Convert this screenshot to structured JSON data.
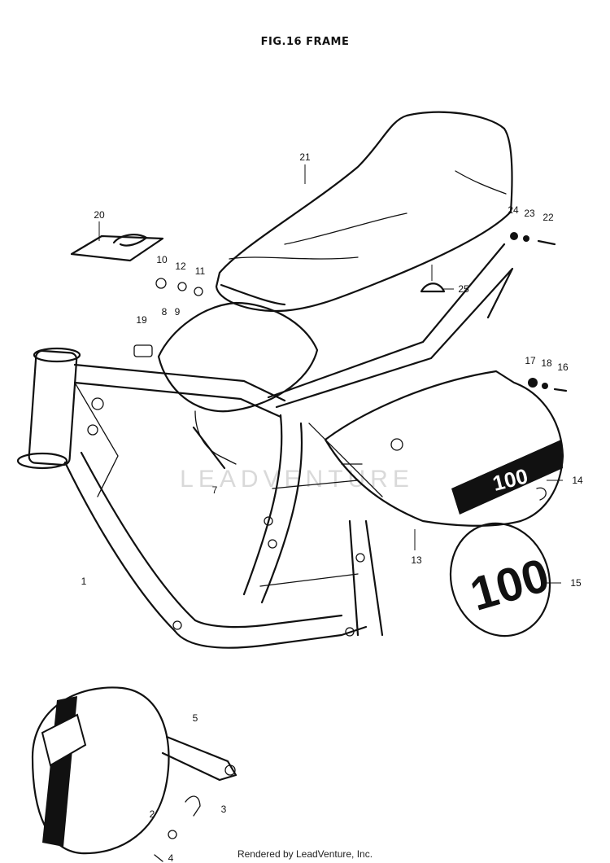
{
  "title": "FIG.16 FRAME",
  "footer": "Rendered by LeadVenture, Inc.",
  "watermark": "LEADVENTURE",
  "number_plate_text": "100",
  "callouts": {
    "c1": "1",
    "c2": "2",
    "c3": "3",
    "c4": "4",
    "c5": "5",
    "c7": "7",
    "c8": "8",
    "c9": "9",
    "c10": "10",
    "c11": "11",
    "c12": "12",
    "c13": "13",
    "c14": "14",
    "c15": "15",
    "c16": "16",
    "c17": "17",
    "c18": "18",
    "c19": "19",
    "c20": "20",
    "c21": "21",
    "c22": "22",
    "c23": "23",
    "c24": "24",
    "c25": "25"
  },
  "colors": {
    "ink": "#111111",
    "background": "#ffffff",
    "watermark": "#d9d9d9"
  }
}
